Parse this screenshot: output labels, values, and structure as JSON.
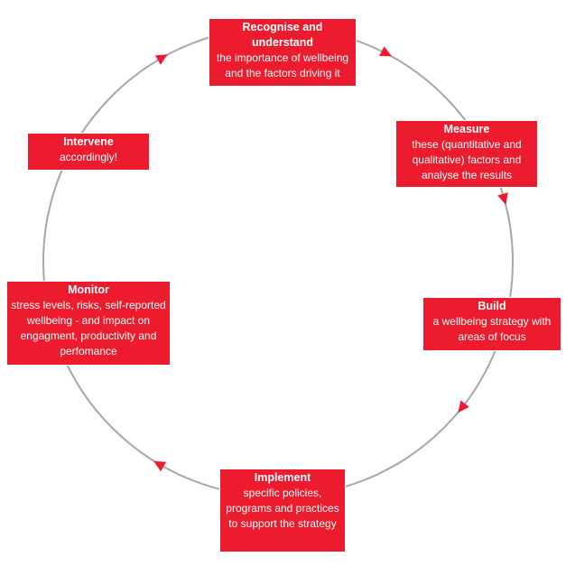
{
  "colors": {
    "box": "#ec1b2e",
    "text": "#ffffff",
    "circle": "#a6a6a6",
    "arrow": "#ec1b2e"
  },
  "steps": [
    {
      "title": "Recognise and understand",
      "desc": "the importance of wellbeing and the factors driving it"
    },
    {
      "title": "Measure",
      "desc": "these (quantitative and qualitative) factors and analyse the results"
    },
    {
      "title": "Build",
      "desc": "a wellbeing strategy with areas of focus"
    },
    {
      "title": "Implement",
      "desc": "specific policies, programs and practices to support the strategy"
    },
    {
      "title": "Monitor",
      "desc": "stress levels, risks, self-reported wellbeing - and impact on engagment, productivity and perfomance"
    },
    {
      "title": "Intervene",
      "desc": "accordingly!"
    }
  ],
  "arrows": [
    {
      "from": "Recognise and understand",
      "to": "Measure"
    },
    {
      "from": "Measure",
      "to": "Build"
    },
    {
      "from": "Build",
      "to": "Implement"
    },
    {
      "from": "Implement",
      "to": "Monitor"
    },
    {
      "from": "Monitor",
      "to": "Intervene"
    },
    {
      "from": "Intervene",
      "to": "Recognise and understand"
    }
  ]
}
